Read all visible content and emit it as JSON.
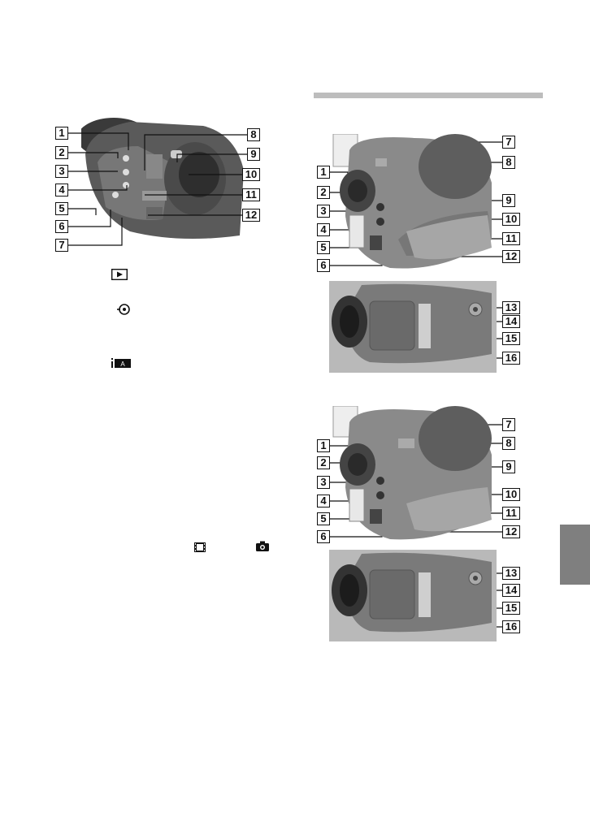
{
  "camera_top_left": {
    "labels_left": [
      "1",
      "2",
      "3",
      "4",
      "5",
      "6",
      "7"
    ],
    "labels_right": [
      "8",
      "9",
      "10",
      "11",
      "12"
    ]
  },
  "camera_right_a": {
    "labels_left": [
      "1",
      "2",
      "3",
      "4",
      "5",
      "6"
    ],
    "labels_right": [
      "7",
      "8",
      "9",
      "10",
      "11",
      "12"
    ],
    "labels_bottom": [
      "13",
      "14",
      "15",
      "16"
    ]
  },
  "camera_right_b": {
    "labels_left": [
      "1",
      "2",
      "3",
      "4",
      "5",
      "6"
    ],
    "labels_right": [
      "7",
      "8",
      "9",
      "10",
      "11",
      "12"
    ],
    "labels_bottom": [
      "13",
      "14",
      "15",
      "16"
    ]
  },
  "icons": {
    "play": "play-icon",
    "disc_burn": "disc-burn-icon",
    "intelligent_auto": "intelligent-auto-icon",
    "movie": "movie-film-icon",
    "photo": "camera-icon"
  },
  "colors": {
    "rule": "#bdbdbd",
    "side_tab": "#7f7f7f",
    "photo_bg": "#b9b9b9"
  }
}
